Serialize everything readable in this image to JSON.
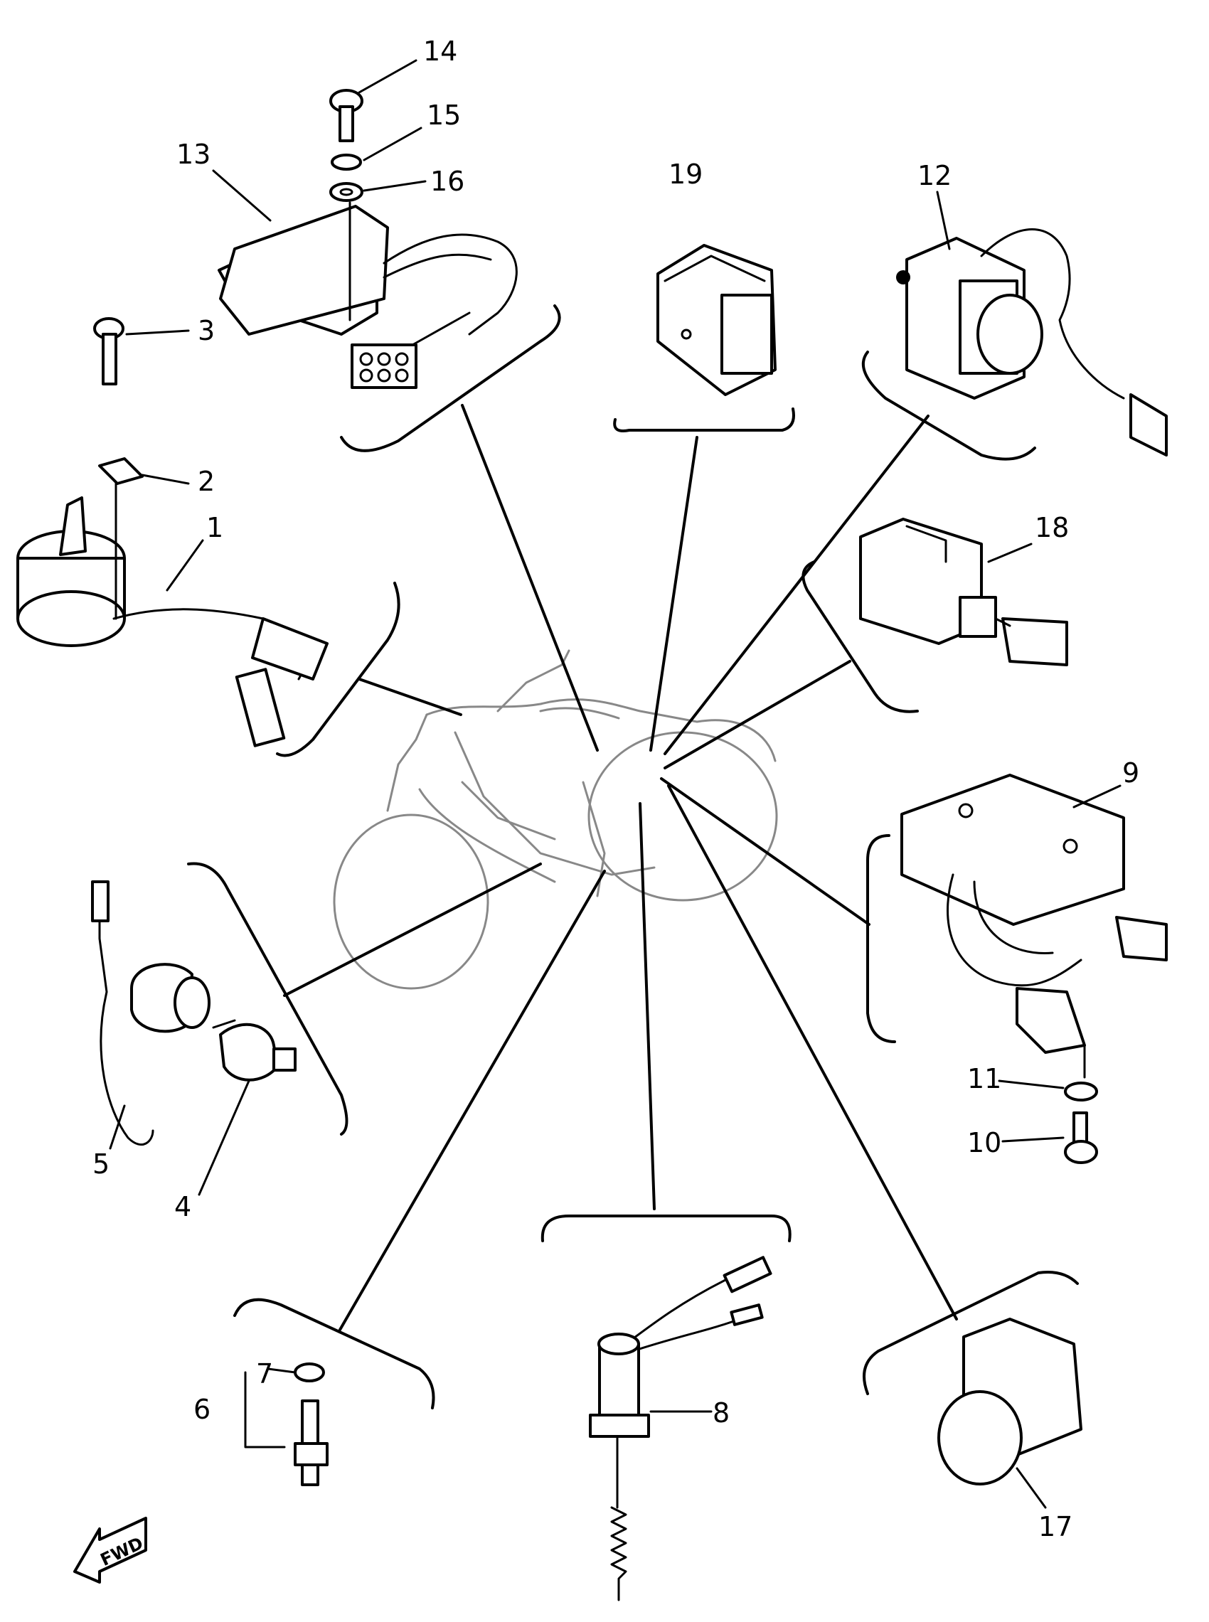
{
  "diagram": {
    "callouts": [
      {
        "id": "1",
        "label": "1"
      },
      {
        "id": "2",
        "label": "2"
      },
      {
        "id": "3",
        "label": "3"
      },
      {
        "id": "4",
        "label": "4"
      },
      {
        "id": "5",
        "label": "5"
      },
      {
        "id": "6",
        "label": "6"
      },
      {
        "id": "7",
        "label": "7"
      },
      {
        "id": "8",
        "label": "8"
      },
      {
        "id": "9",
        "label": "9"
      },
      {
        "id": "10",
        "label": "10"
      },
      {
        "id": "11",
        "label": "11"
      },
      {
        "id": "12",
        "label": "12"
      },
      {
        "id": "13",
        "label": "13"
      },
      {
        "id": "14",
        "label": "14"
      },
      {
        "id": "15",
        "label": "15"
      },
      {
        "id": "16",
        "label": "16"
      },
      {
        "id": "17",
        "label": "17"
      },
      {
        "id": "18",
        "label": "18"
      },
      {
        "id": "19",
        "label": "19"
      }
    ],
    "fwd_label": "FWD"
  }
}
